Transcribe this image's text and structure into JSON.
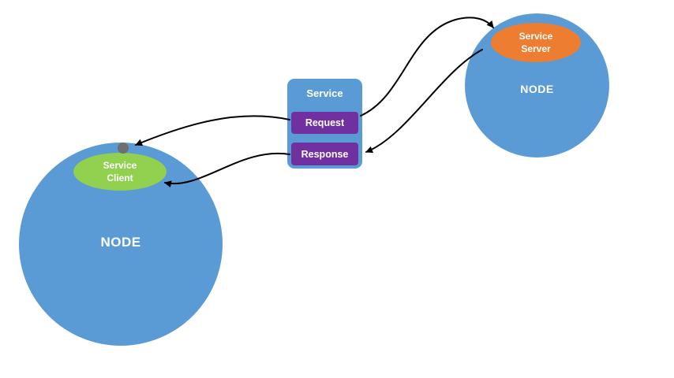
{
  "diagram": {
    "left_node": {
      "label": "NODE",
      "client_badge": {
        "line1": "Service",
        "line2": "Client"
      }
    },
    "right_node": {
      "label": "NODE",
      "server_badge": {
        "line1": "Service",
        "line2": "Server"
      }
    },
    "service_box": {
      "title": "Service",
      "request_label": "Request",
      "response_label": "Response"
    },
    "colors": {
      "node_blue": "#5b9bd5",
      "client_green": "#92d050",
      "server_orange": "#ed7d31",
      "message_purple": "#7030a0",
      "connector_dot_gray": "#6f6f6f",
      "arrow_black": "#000000",
      "background_white": "#ffffff"
    }
  }
}
